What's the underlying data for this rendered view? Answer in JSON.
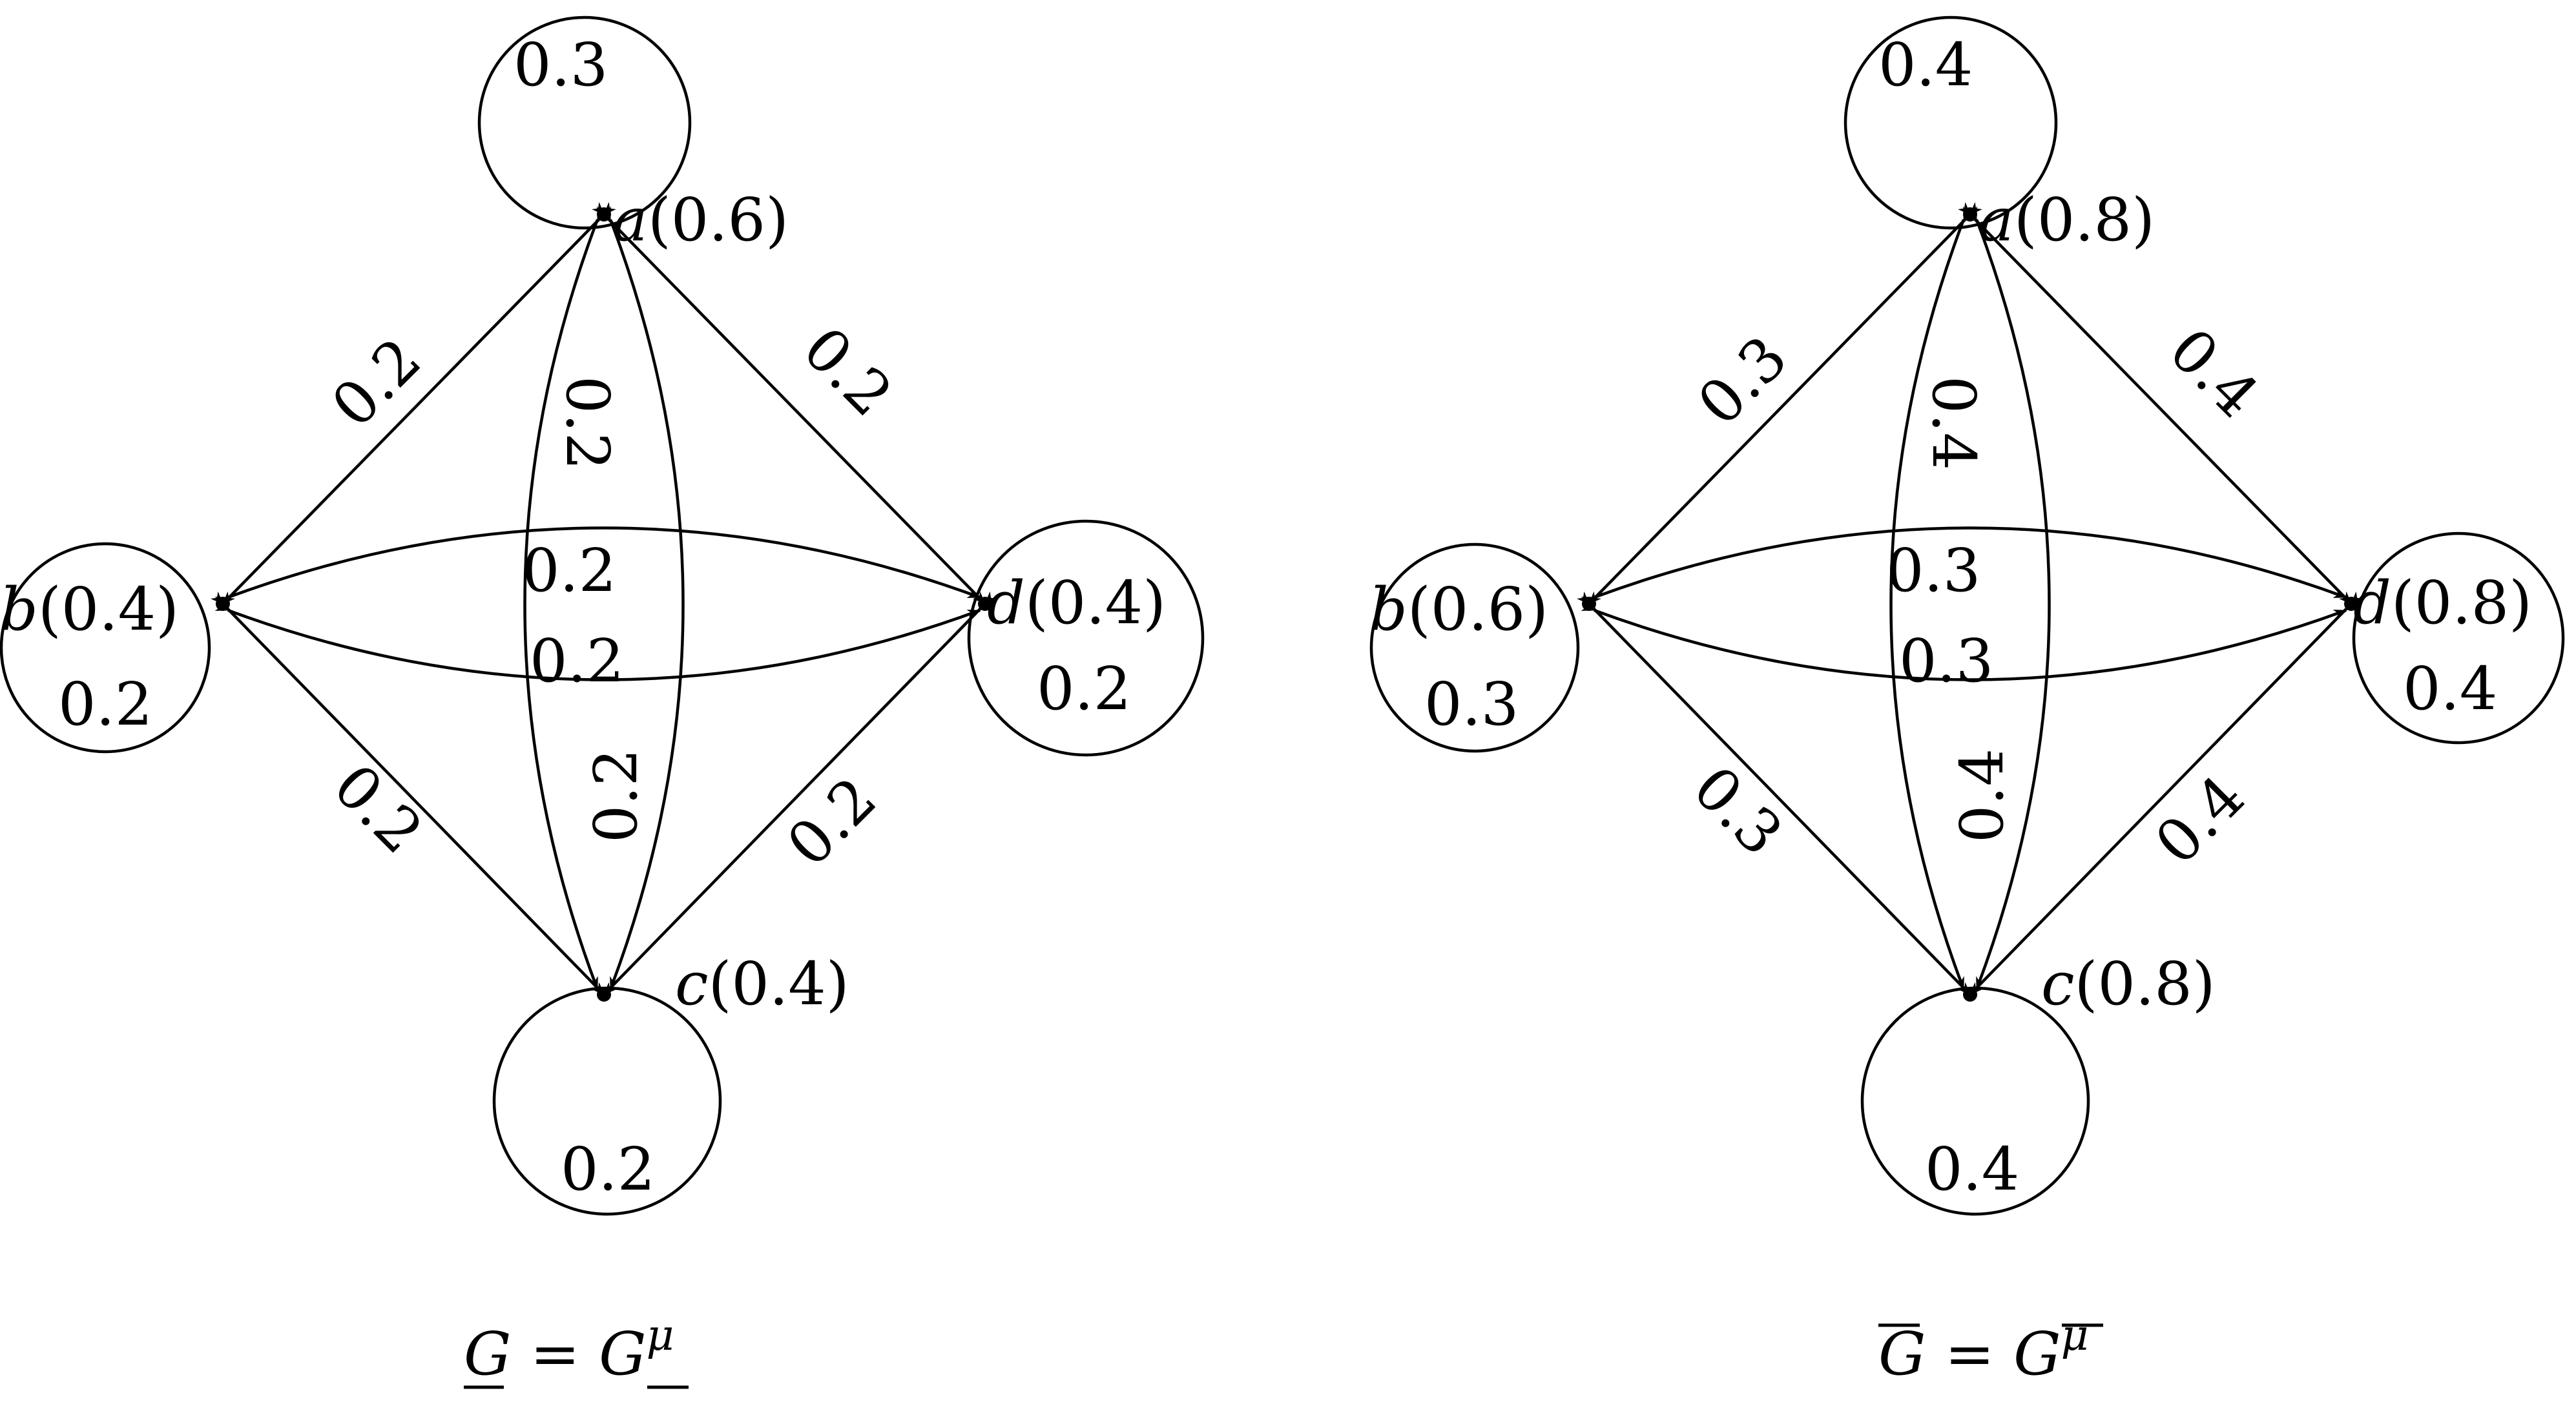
{
  "graphs": [
    {
      "id": "lower",
      "caption": {
        "lhs": "G",
        "eq": " = ",
        "rhs": "G",
        "sup": "μ",
        "bar": "under"
      },
      "vertices": {
        "a": {
          "name": "a",
          "value": "(0.6)",
          "loop": "0.3"
        },
        "b": {
          "name": "b",
          "value": "(0.4)",
          "loop": "0.2"
        },
        "c": {
          "name": "c",
          "value": "(0.4)",
          "loop": "0.2"
        },
        "d": {
          "name": "d",
          "value": "(0.4)",
          "loop": "0.2"
        }
      },
      "edges": {
        "ab": "0.2",
        "ad": "0.2",
        "bc": "0.2",
        "cd": "0.2",
        "ac_left": "0.2",
        "ac_right": "0.2",
        "bd_top": "0.2",
        "bd_bottom": "0.2"
      }
    },
    {
      "id": "upper",
      "caption": {
        "lhs": "G",
        "eq": " = ",
        "rhs": "G",
        "sup": "μ",
        "bar": "over"
      },
      "vertices": {
        "a": {
          "name": "a",
          "value": "(0.8)",
          "loop": "0.4"
        },
        "b": {
          "name": "b",
          "value": "(0.6)",
          "loop": "0.3"
        },
        "c": {
          "name": "c",
          "value": "(0.8)",
          "loop": "0.4"
        },
        "d": {
          "name": "d",
          "value": "(0.8)",
          "loop": "0.4"
        }
      },
      "edges": {
        "ab": "0.3",
        "ad": "0.4",
        "bc": "0.3",
        "cd": "0.4",
        "ac_left": "0.4",
        "ac_right": "0.4",
        "bd_top": "0.3",
        "bd_bottom": "0.3"
      }
    }
  ]
}
